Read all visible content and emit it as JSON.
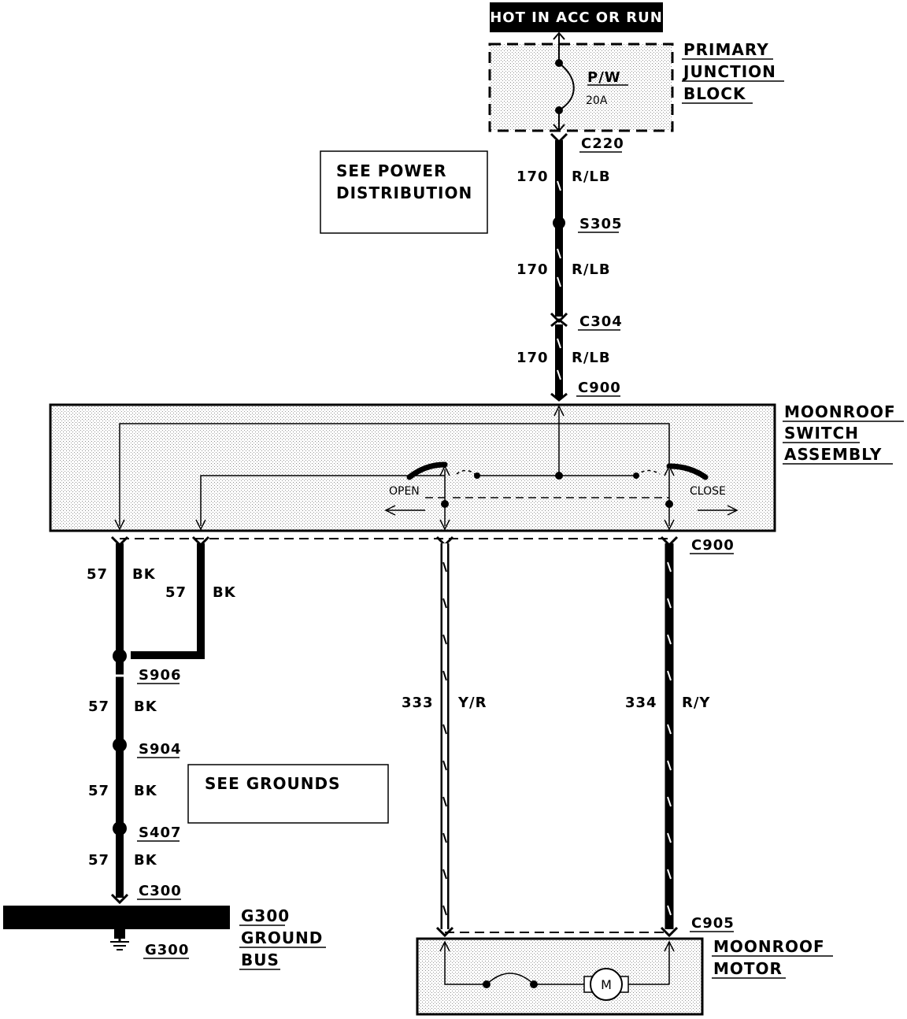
{
  "power_banner": "HOT IN ACC OR RUN",
  "fuse": {
    "name": "P/W",
    "rating": "20A"
  },
  "primary_junction_block": [
    "PRIMARY",
    "JUNCTION",
    "BLOCK"
  ],
  "see_power_distribution": [
    "SEE POWER",
    "DISTRIBUTION"
  ],
  "see_grounds": "SEE GROUNDS",
  "connectors": {
    "c220": "C220",
    "s305": "S305",
    "c304": "C304",
    "c900_top": "C900",
    "c900_bottom": "C900",
    "s906": "S906",
    "s904": "S904",
    "s407": "S407",
    "c300": "C300",
    "c905": "C905"
  },
  "wires": {
    "w170_a": {
      "num": "170",
      "color": "R/LB"
    },
    "w170_b": {
      "num": "170",
      "color": "R/LB"
    },
    "w170_c": {
      "num": "170",
      "color": "R/LB"
    },
    "w57_a": {
      "num": "57",
      "color": "BK"
    },
    "w57_b": {
      "num": "57",
      "color": "BK"
    },
    "w57_c": {
      "num": "57",
      "color": "BK"
    },
    "w57_d": {
      "num": "57",
      "color": "BK"
    },
    "w57_e": {
      "num": "57",
      "color": "BK"
    },
    "w333": {
      "num": "333",
      "color": "Y/R"
    },
    "w334": {
      "num": "334",
      "color": "R/Y"
    }
  },
  "switch_assembly": {
    "label": [
      "MOONROOF",
      "SWITCH",
      "ASSEMBLY"
    ],
    "open": "OPEN",
    "close": "CLOSE"
  },
  "ground_bus": {
    "label": [
      "G300",
      "GROUND",
      "BUS"
    ],
    "ground_point": "G300"
  },
  "motor": {
    "label": [
      "MOONROOF",
      "MOTOR"
    ],
    "symbol": "M"
  }
}
